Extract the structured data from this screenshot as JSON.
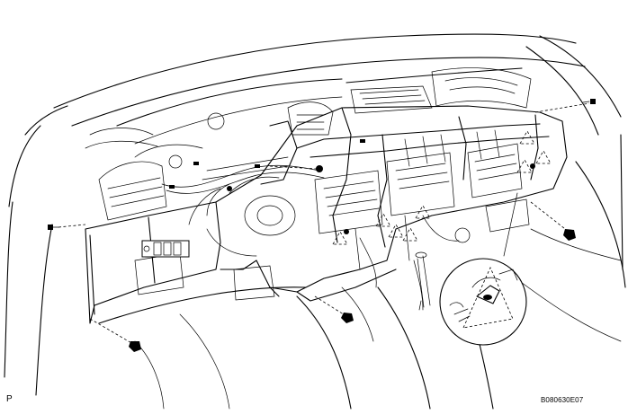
{
  "figure": {
    "view_code": "P",
    "figure_code": "B080630E07",
    "callout_marker": "dashed-triangle-clip-marker",
    "bolt_count": 6,
    "clip_marker_count": 8
  }
}
